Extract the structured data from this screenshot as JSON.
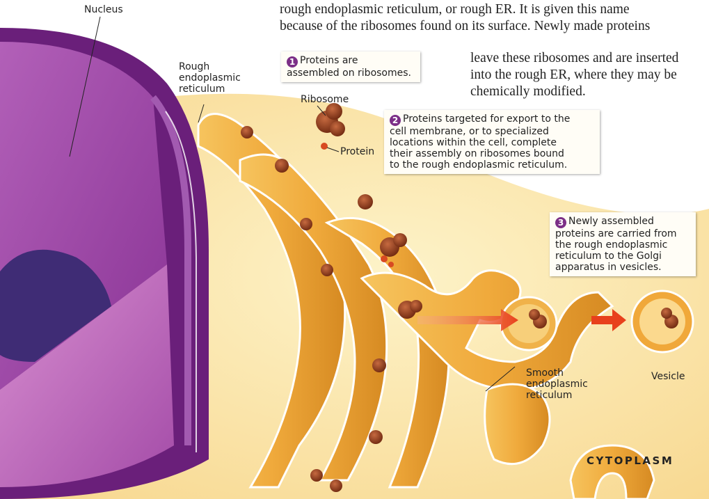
{
  "intro": {
    "line1": "rough endoplasmic reticulum, or rough ER. It is given this name",
    "line2": "because of the ribosomes found on its surface. Newly made proteins",
    "line3": "leave these ribosomes and are inserted",
    "line4": "into the rough ER, where they may be",
    "line5": "chemically modified."
  },
  "labels": {
    "nucleus": "Nucleus",
    "rough_er": [
      "Rough",
      "endoplasmic",
      "reticulum"
    ],
    "ribosome": "Ribosome",
    "protein": "Protein",
    "smooth_er": [
      "Smooth",
      "endoplasmic",
      "reticulum"
    ],
    "vesicle": "Vesicle",
    "cytoplasm": "CYTOPLASM"
  },
  "steps": [
    {
      "number": "1",
      "lines": [
        "Proteins are",
        "assembled on ribosomes."
      ]
    },
    {
      "number": "2",
      "lines": [
        "Proteins targeted for export to the",
        "cell membrane, or to specialized",
        "locations within the cell, complete",
        "their assembly on ribosomes bound",
        "to the rough endoplasmic reticulum."
      ]
    },
    {
      "number": "3",
      "lines": [
        "Newly assembled",
        "proteins are carried from",
        "the rough endoplasmic",
        "reticulum to the Golgi",
        "apparatus in vesicles."
      ]
    }
  ],
  "colors": {
    "nucleus": "#7a2a8c",
    "nucleolus": "#3a2a6e",
    "er_membrane": "#e8a43a",
    "ribosome": "#8a3418",
    "cytoplasm": "#fbe6a6",
    "arrow": "#e8401c"
  }
}
